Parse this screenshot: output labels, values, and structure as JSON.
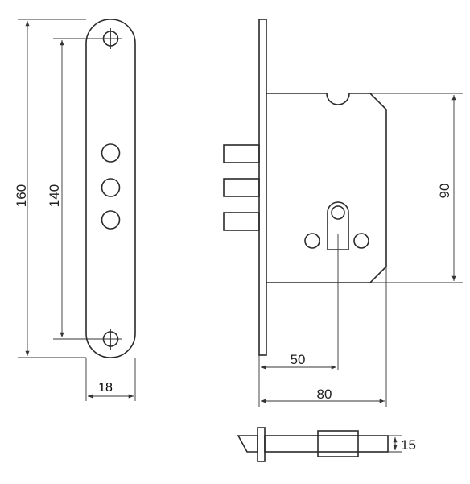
{
  "dimensions": {
    "plate_length": "160",
    "hole_spacing": "140",
    "plate_width": "18",
    "case_height": "90",
    "backset": "50",
    "case_depth": "80",
    "thickness": "15"
  }
}
